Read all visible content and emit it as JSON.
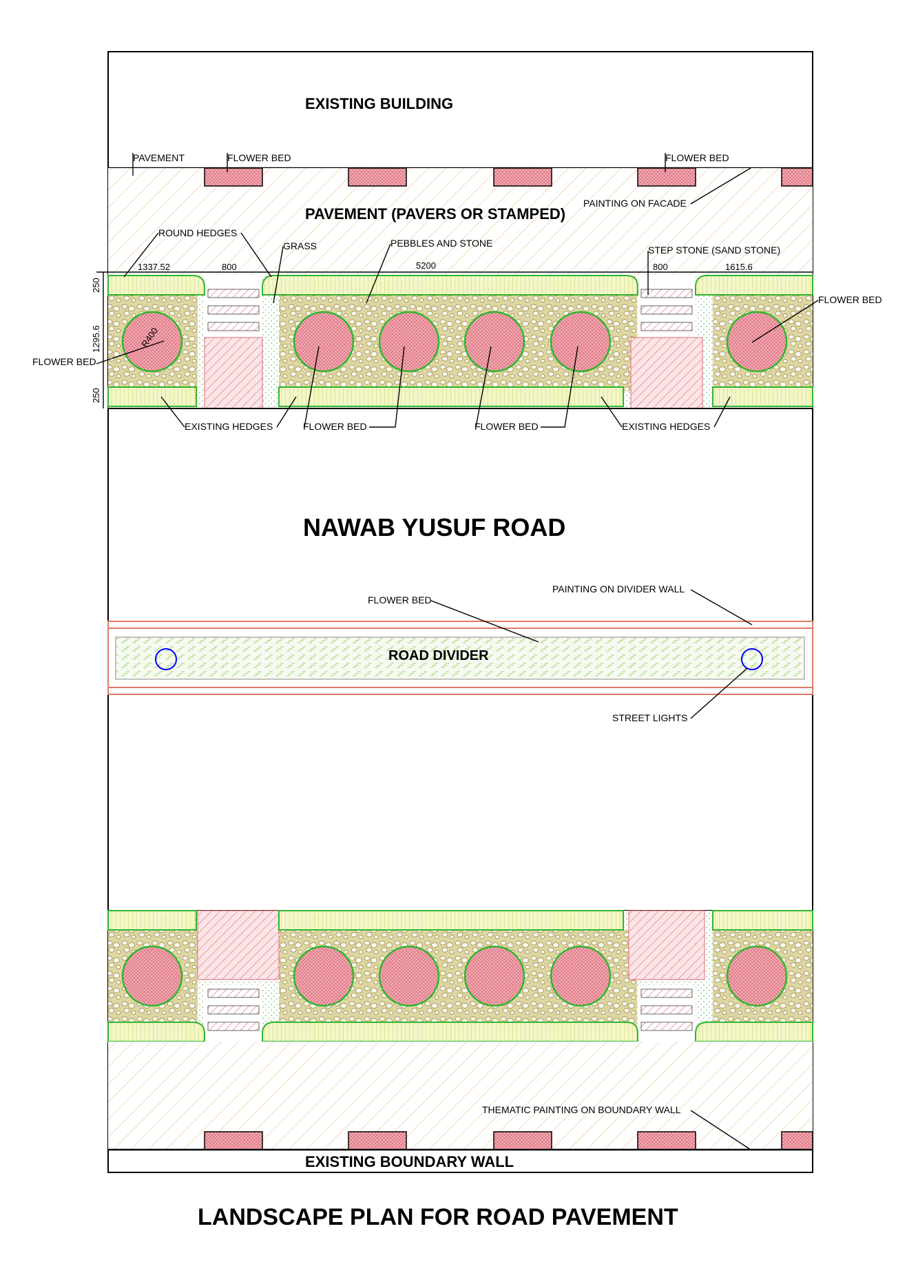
{
  "labels": {
    "existing_building": "EXISTING BUILDING",
    "pavement": "PAVEMENT",
    "flower_bed": "FLOWER BED",
    "pavement_pavers": "PAVEMENT (PAVERS OR STAMPED)",
    "painting_on_facade": "PAINTING ON FACADE",
    "round_hedges": "ROUND HEDGES",
    "grass": "GRASS",
    "pebbles_and_stone": "PEBBLES AND STONE",
    "step_stone": "STEP STONE (SAND STONE)",
    "existing_hedges": "EXISTING HEDGES",
    "road_name": "NAWAB YUSUF ROAD",
    "painting_on_divider_wall": "PAINTING ON DIVIDER WALL",
    "road_divider": "ROAD DIVIDER",
    "street_lights": "STREET LIGHTS",
    "thematic_painting": "THEMATIC PAINTING ON BOUNDARY WALL",
    "existing_boundary_wall": "EXISTING BOUNDARY WALL",
    "drawing_title": "LANDSCAPE PLAN FOR ROAD PAVEMENT"
  },
  "dimensions": {
    "d1": "1337.52",
    "d2": "800",
    "d3": "5200",
    "d4": "800",
    "d5": "1615.6",
    "v1": "250",
    "v2": "1295.6",
    "v3": "250",
    "radius": "R400"
  },
  "colors": {
    "hedge_green": "#2fb52f",
    "flower_red": "#e06a78",
    "flower_fill": "#f0b3bb",
    "pavement_hatch": "#f0c79a",
    "pebble": "#b8a860",
    "divider_red": "#e07a6a",
    "light_blue": "#0000ff"
  }
}
